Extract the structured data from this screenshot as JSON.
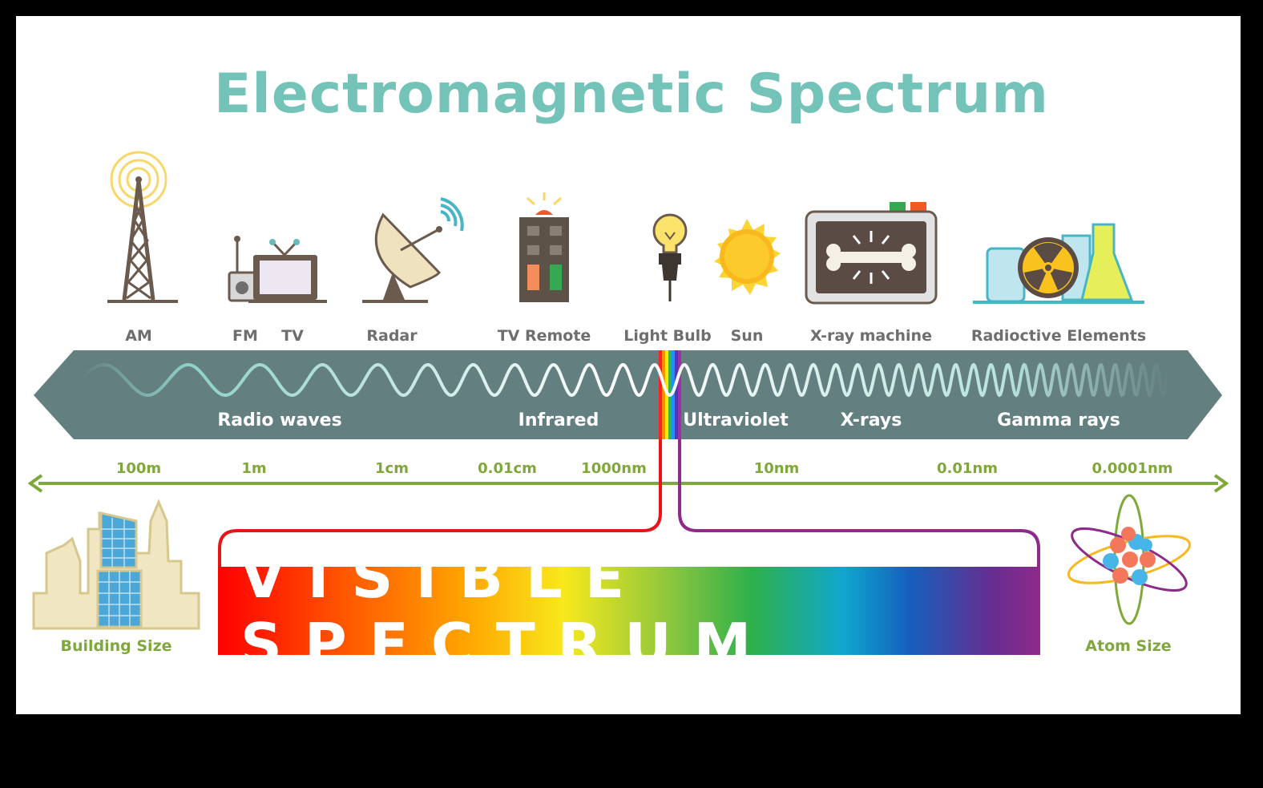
{
  "title": "Electromagnetic Spectrum",
  "sources": [
    {
      "label": "AM",
      "icon": "radio-tower-icon"
    },
    {
      "label": "FM",
      "icon": "radio-icon"
    },
    {
      "label": "TV",
      "icon": "television-icon"
    },
    {
      "label": "Radar",
      "icon": "satellite-dish-icon"
    },
    {
      "label": "TV Remote",
      "icon": "remote-control-icon"
    },
    {
      "label": "Light Bulb",
      "icon": "light-bulb-icon"
    },
    {
      "label": "Sun",
      "icon": "sun-icon"
    },
    {
      "label": "X-ray machine",
      "icon": "x-ray-machine-icon"
    },
    {
      "label": "Radioctive Elements",
      "icon": "radioactive-flask-icon"
    }
  ],
  "bands": [
    "Radio waves",
    "Infrared",
    "Ultraviolet",
    "X-rays",
    "Gamma rays"
  ],
  "wavelengths": [
    "100m",
    "1m",
    "1cm",
    "0.01cm",
    "1000nm",
    "10nm",
    "0.01nm",
    "0.0001nm"
  ],
  "size_left": "Building Size",
  "size_right": "Atom Size",
  "visible": "VISIBLE SPECTRUM",
  "colors": {
    "title": "#74c3b8",
    "band": "#637f80",
    "scale": "#7fa83a",
    "label": "#6e6e6e"
  }
}
